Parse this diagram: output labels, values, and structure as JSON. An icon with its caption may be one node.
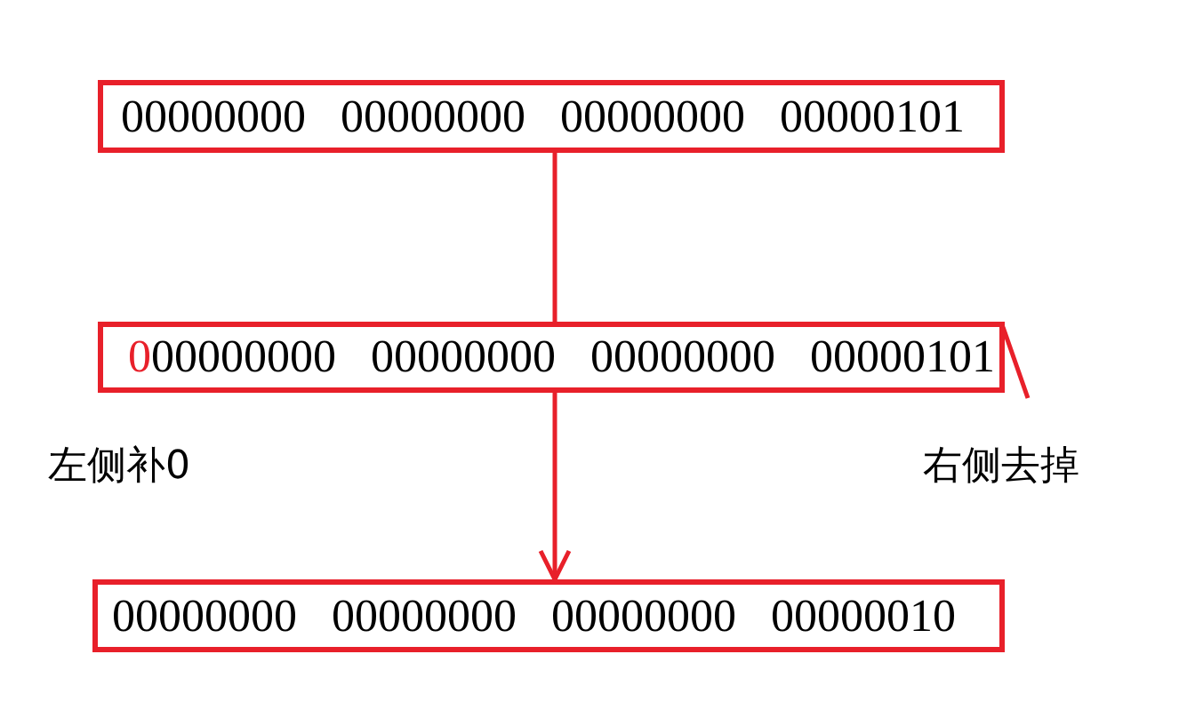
{
  "diagram": {
    "nodes": [
      {
        "text": [
          "00000000 00000000 00000000 00000101"
        ]
      },
      {
        "text": [
          "0",
          "00000000 00000000 00000000 00000101"
        ]
      },
      {
        "text": [
          "00000000 00000000 00000000 00000010"
        ]
      }
    ],
    "edges": [
      {
        "from": 0,
        "to": 1,
        "arrow": "none"
      },
      {
        "from": 1,
        "to": 2,
        "arrow": "to"
      }
    ],
    "labels": [
      "左侧补0",
      "右侧去掉"
    ]
  }
}
